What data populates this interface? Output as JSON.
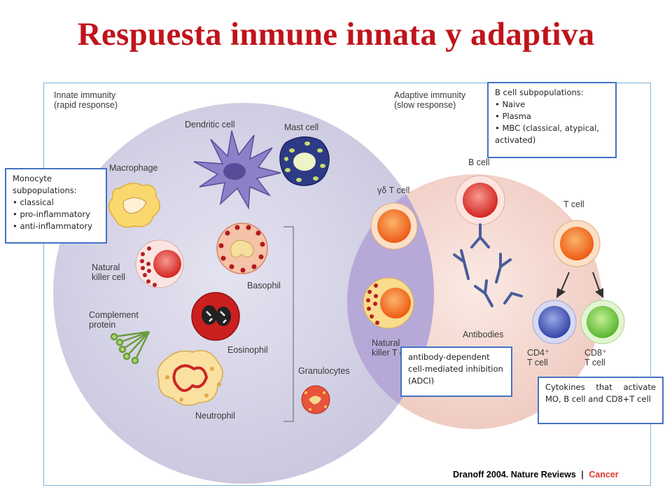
{
  "title": "Respuesta inmune innata y adaptiva",
  "labels": {
    "innate_heading": "Innate immunity\n(rapid response)",
    "adaptive_heading": "Adaptive immunity\n(slow response)",
    "dendritic": "Dendritic cell",
    "mast": "Mast cell",
    "macrophage": "Macrophage",
    "nk": "Natural\nkiller cell",
    "basophil": "Basophil",
    "complement": "Complement\nprotein",
    "eosinophil": "Eosinophil",
    "granulocytes": "Granulocytes",
    "neutrophil": "Neutrophil",
    "gd_t": "γδ T cell",
    "nkt": "Natural\nkiller T cell",
    "b_cell": "B cell",
    "t_cell": "T cell",
    "antibodies": "Antibodies",
    "cd4": "CD4⁺\nT cell",
    "cd8": "CD8⁺\nT cell"
  },
  "callouts": {
    "b_cell": {
      "heading": "B cell subpopulations:",
      "items": [
        "Naive",
        "Plasma",
        "MBC (classical, atypical, activated)"
      ]
    },
    "monocyte": {
      "heading": "Monocyte subpopulations:",
      "items": [
        "classical",
        "pro-inflammatory",
        "anti-inflammatory"
      ]
    },
    "adci": "antibody-dependent cell-mediated inhibition (ADCI)",
    "cytokines": "Cytokines that activate MO, B cell and CD8+T cell"
  },
  "credit": {
    "author": "Dranoff 2004.",
    "journal": "Nature Reviews",
    "separator": "|",
    "section": "Cancer"
  },
  "colors": {
    "title": "#c0141b",
    "callout_border": "#4472c4",
    "innate_circle": "#d9d7ea",
    "adaptive_circle": "#f7ddd6",
    "overlap": "#b3a6d6"
  }
}
